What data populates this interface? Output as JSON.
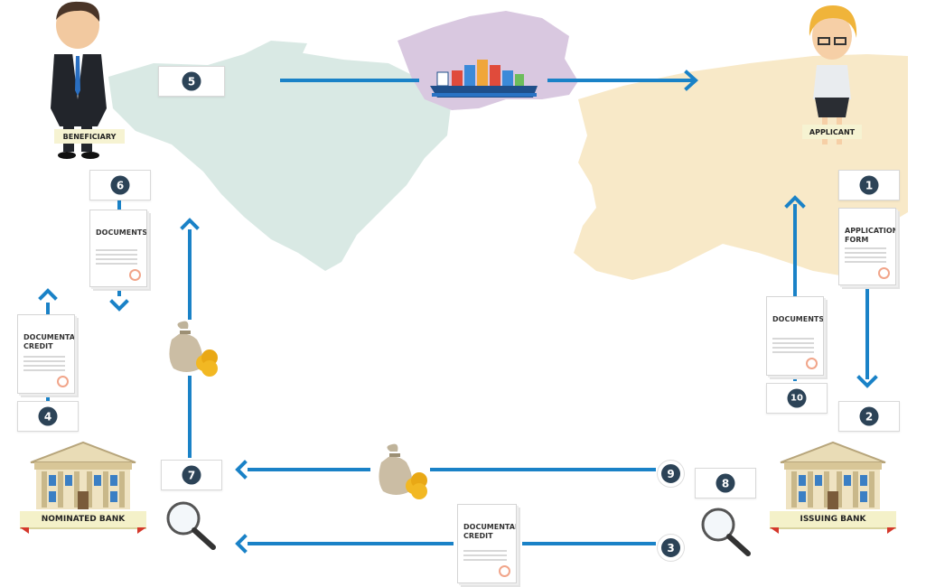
{
  "parties": {
    "beneficiary": "BENEFICIARY",
    "applicant": "APPLICANT",
    "nominated_bank": "NOMINATED BANK",
    "issuing_bank": "ISSUING BANK"
  },
  "steps": [
    "1",
    "2",
    "3",
    "4",
    "5",
    "6",
    "7",
    "8",
    "9",
    "10"
  ],
  "documents": {
    "application_form": "APPLICATION FORM",
    "documents_left": "DOCUMENTS",
    "documents_right": "DOCUMENTS",
    "documentary_credit_left": "DOCUMENTARY CREDIT",
    "documentary_credit_bottom": "DOCUMENTARY CREDIT"
  },
  "icons": [
    "businessman-icon",
    "businesswoman-icon",
    "bank-building-icon",
    "cargo-ship-icon",
    "money-bag-icon",
    "magnifier-icon"
  ],
  "colors": {
    "arrow": "#1a82c7",
    "badge": "#2c4357",
    "map_america": "#d6e7e2",
    "map_eurasia": "#f7e6c0",
    "map_russia": "#d6c6de"
  }
}
